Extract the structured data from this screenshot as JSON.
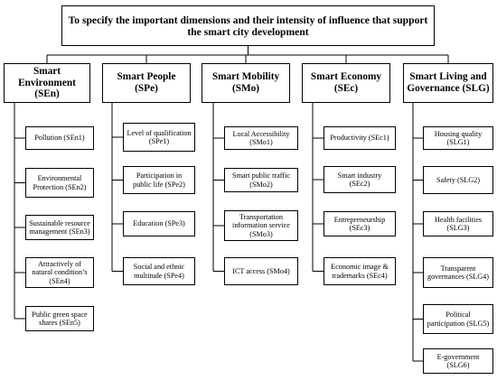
{
  "title": "To specify the important dimensions and their intensity of influence that support the smart city development",
  "dimensions": [
    {
      "name": "Smart Environment (SEn)",
      "items": [
        "Pollution (SEn1)",
        "Environmental Protection (SEn2)",
        "Sustainable resource management (SEn3)",
        "Attractively of natural condition’s (SEn4)",
        "Public green space shares (SEn5)"
      ]
    },
    {
      "name": "Smart People (SPe)",
      "items": [
        "Level of qualification (SPe1)",
        "Participation in public life (SPe2)",
        "Education (SPe3)",
        "Social and ethnic multitude (SPe4)"
      ]
    },
    {
      "name": "Smart Mobility (SMo)",
      "items": [
        "Local Accessibility (SMo1)",
        "Smart public traffic (SMo2)",
        "Transportation information service (SMo3)",
        "ICT access (SMo4)"
      ]
    },
    {
      "name": "Smart Economy (SEc)",
      "items": [
        "Productivity (SEc1)",
        "Smart industry (SEc2)",
        "Entrepreneurship (SEc3)",
        "Economic image & trademarks (SEc4)"
      ]
    },
    {
      "name": "Smart Living and Governance (SLG)",
      "items": [
        "Housing quality (SLG1)",
        "Safety (SLG2)",
        "Health facilities (SLG3)",
        "Transparent governances (SLG4)",
        "Political participation (SLG5)",
        "E-government (SLG6)"
      ]
    }
  ]
}
